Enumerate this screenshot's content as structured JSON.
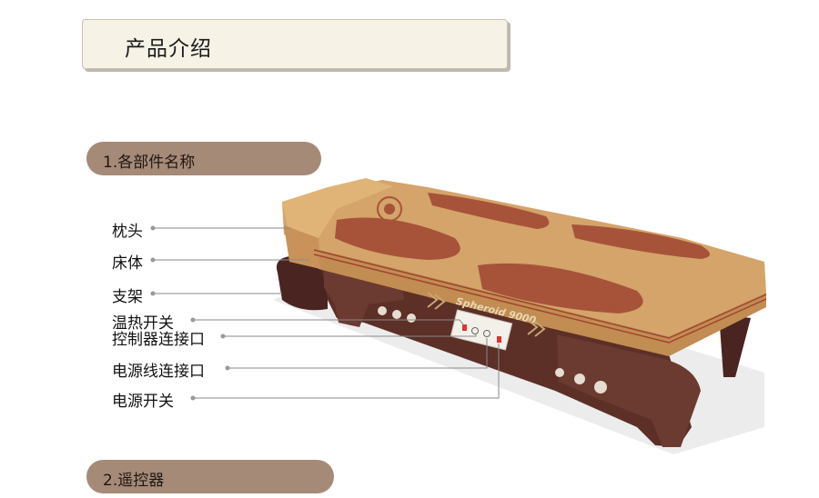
{
  "header": {
    "title": "产品介绍"
  },
  "sections": [
    {
      "label": "1.各部件名称"
    },
    {
      "label": "2.遥控器"
    }
  ],
  "parts": [
    {
      "label": "枕头"
    },
    {
      "label": "床体"
    },
    {
      "label": "支架"
    },
    {
      "label": "温热开关"
    },
    {
      "label": "控制器连接口"
    },
    {
      "label": "电源线连接口"
    },
    {
      "label": "电源开关"
    }
  ],
  "product": {
    "model": "Spheroid 9000"
  },
  "colors": {
    "pill": "#a58a78",
    "bed_top": "#d4a46a",
    "frame": "#5c2f27",
    "stripe": "#b05a3c"
  }
}
